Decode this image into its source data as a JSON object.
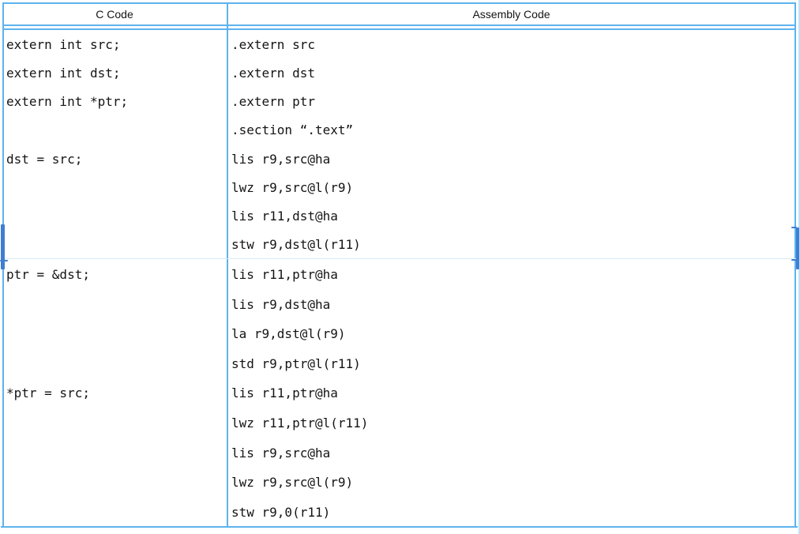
{
  "table": {
    "headers": [
      "C Code",
      "Assembly Code"
    ],
    "rows": [
      {
        "c_lines": [
          "extern int src;",
          "extern int dst;",
          "extern int *ptr;",
          "",
          "dst = src;"
        ],
        "asm_lines": [
          ".extern src",
          ".extern dst",
          ".extern ptr",
          ".section “.text”",
          "lis r9,src@ha",
          "lwz r9,src@l(r9)",
          "lis r11,dst@ha",
          "stw r9,dst@l(r11)"
        ]
      },
      {
        "c_lines": [
          "ptr = &dst;",
          "",
          "",
          "",
          "*ptr = src;"
        ],
        "asm_lines": [
          "lis r11,ptr@ha",
          "lis r9,dst@ha",
          "la r9,dst@l(r9)",
          "std r9,ptr@l(r11)",
          "lis r11,ptr@ha",
          "lwz r11,ptr@l(r11)",
          "lis r9,src@ha",
          "lwz r9,src@l(r9)",
          "stw r9,0(r11)"
        ]
      }
    ]
  },
  "colors": {
    "border": "#5db3ee",
    "border-faint": "#d8eaf7",
    "outer-edge": "#bfe2f7",
    "handle": "#3f7ed2",
    "text": "#141414"
  }
}
